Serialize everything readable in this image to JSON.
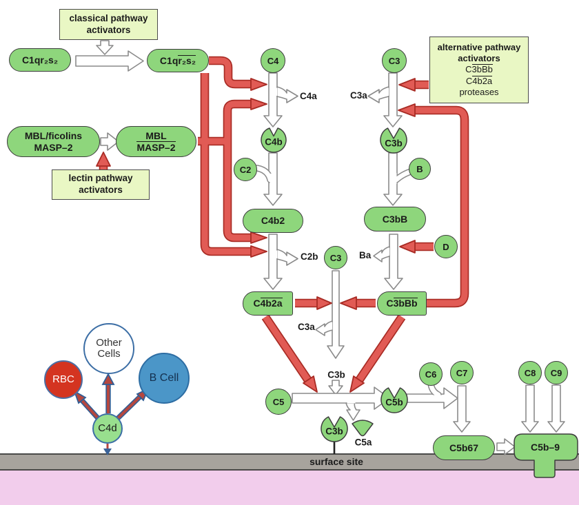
{
  "boxes": {
    "classical": {
      "line1": "classical pathway",
      "line2": "activators"
    },
    "lectin": {
      "line1": "lectin pathway",
      "line2": "activators"
    },
    "alternative": {
      "line1": "alternative pathway",
      "line2": "activators",
      "c3bbb": {
        "pre": "C",
        "over": "3bBb"
      },
      "c4b2a": {
        "pre": "C",
        "over": "4b2a"
      },
      "line5": "proteases"
    }
  },
  "nodes": {
    "c1q_inactive": "C1qr₂s₂",
    "c1q_active": {
      "pre": "C1q",
      "over": "r₂s₂"
    },
    "mbl_ficolins": {
      "line1": "MBL/ficolins",
      "line2": "MASP–2"
    },
    "mbl_masp2": {
      "top": "MBL",
      "bottom": "MASP–2"
    },
    "c4": "C4",
    "c4a": "C4a",
    "c4b": "C4b",
    "c2": "C2",
    "c4b2": "C4b2",
    "c2b": "C2b",
    "c4b2a": {
      "pre": "C",
      "over": "4b2a"
    },
    "c3": "C3",
    "c3a": "C3a",
    "c3b": "C3b",
    "b": "B",
    "c3bb": "C3bB",
    "ba": "Ba",
    "d": "D",
    "c3bbb": {
      "pre": "C",
      "over": "3bBb"
    },
    "c3_central": "C3",
    "c3a_central": "C3a",
    "c3b_central": "C3b",
    "c5": "C5",
    "c5b": "C5b",
    "c5a": "C5a",
    "c3b_surface": "C3b",
    "c6": "C6",
    "c7": "C7",
    "c8": "C8",
    "c9": "C9",
    "c5b67": "C5b67",
    "c5b9": "C5b–9"
  },
  "cells": {
    "other": {
      "line1": "Other",
      "line2": "Cells"
    },
    "rbc": "RBC",
    "b_cell": "B Cell",
    "c4d": "C4d"
  },
  "labels": {
    "surface_site": "surface site"
  },
  "colors": {
    "node_green": "#8ed67c",
    "activator_box": "#e9f7c4",
    "red_arrow": "#e15b55",
    "red_arrow_border": "#a82b24",
    "hollow_arrow_border": "#8a8a8a",
    "membrane_gray": "#a7a39d",
    "cytosol_pink": "#f2cdec",
    "rbc_red": "#d43420",
    "b_cell_blue": "#4b96c8",
    "c4d_green": "#98df8e",
    "cell_border_blue": "#3c6ea5"
  }
}
